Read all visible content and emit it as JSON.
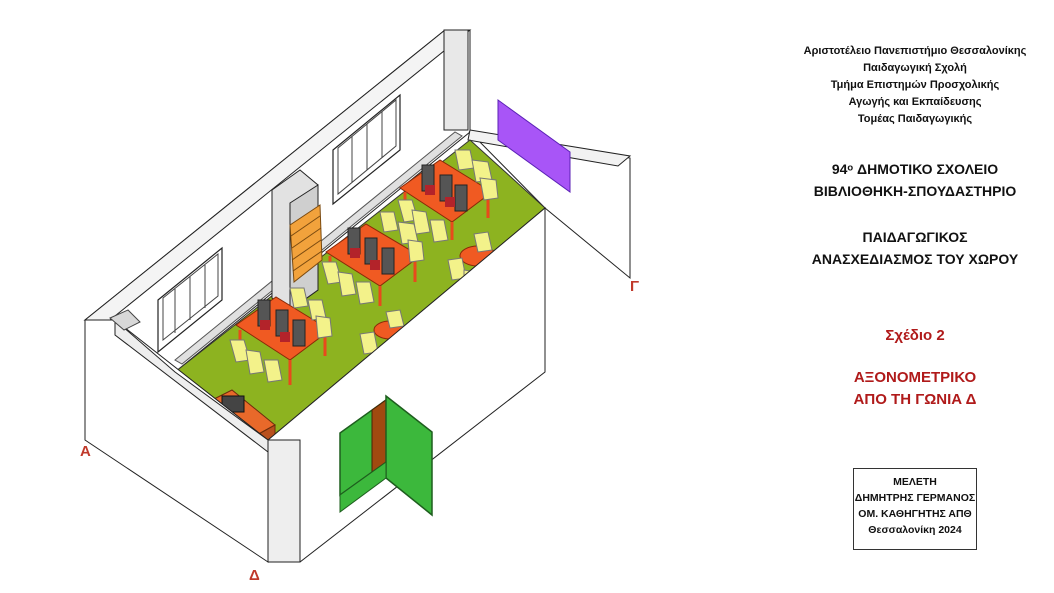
{
  "corners": {
    "a": "Α",
    "g": "Γ",
    "d": "Δ"
  },
  "institution": {
    "line1": "Αριστοτέλειο Πανεπιστήμιο Θεσσαλονίκης",
    "line2": "Παιδαγωγική Σχολή",
    "line3": "Τμήμα Επιστημών Προσχολικής",
    "line4": "Αγωγής και Εκπαίδευσης",
    "line5": "Τομέας Παιδαγωγικής"
  },
  "school": {
    "line1": "94ᵒ ΔΗΜΟΤΙΚΟ ΣΧΟΛΕΙΟ",
    "line2": "ΒΙΒΛΙΟΘΗΚΗ-ΣΠΟΥΔΑΣΤΗΡΙΟ"
  },
  "project": {
    "line1": "ΠΑΙΔΑΓΩΓΙΚΟΣ",
    "line2": "ΑΝΑΣΧΕΔΙΑΣΜΟΣ ΤΟΥ ΧΩΡΟΥ"
  },
  "plan": "Σχέδιο 2",
  "view": {
    "line1": "ΑΞΟΝΟΜΕΤΡΙΚΟ",
    "line2": "ΑΠΟ ΤΗ ΓΩΝΙΑ Δ"
  },
  "credit": {
    "line1": "ΜΕΛΕΤΗ",
    "line2": "ΔΗΜΗΤΡΗΣ ΓΕΡΜΑΝΟΣ",
    "line3": "ΟΜ. ΚΑΘΗΓΗΤΗΣ ΑΠΘ",
    "line4": "Θεσσαλονίκη 2024"
  },
  "colors": {
    "floor": "#8db320",
    "table": "#f05a22",
    "table_leg": "#e84a1c",
    "chair": "#f3f28a",
    "divider": "#555555",
    "screen_red": "#b3232a",
    "board": "#a855f7",
    "door": "#3cb83c",
    "bookcase": "#f2a23c",
    "wall": "#ffffff",
    "wall_shade": "#e6e6e6",
    "label_red": "#c0392b"
  }
}
